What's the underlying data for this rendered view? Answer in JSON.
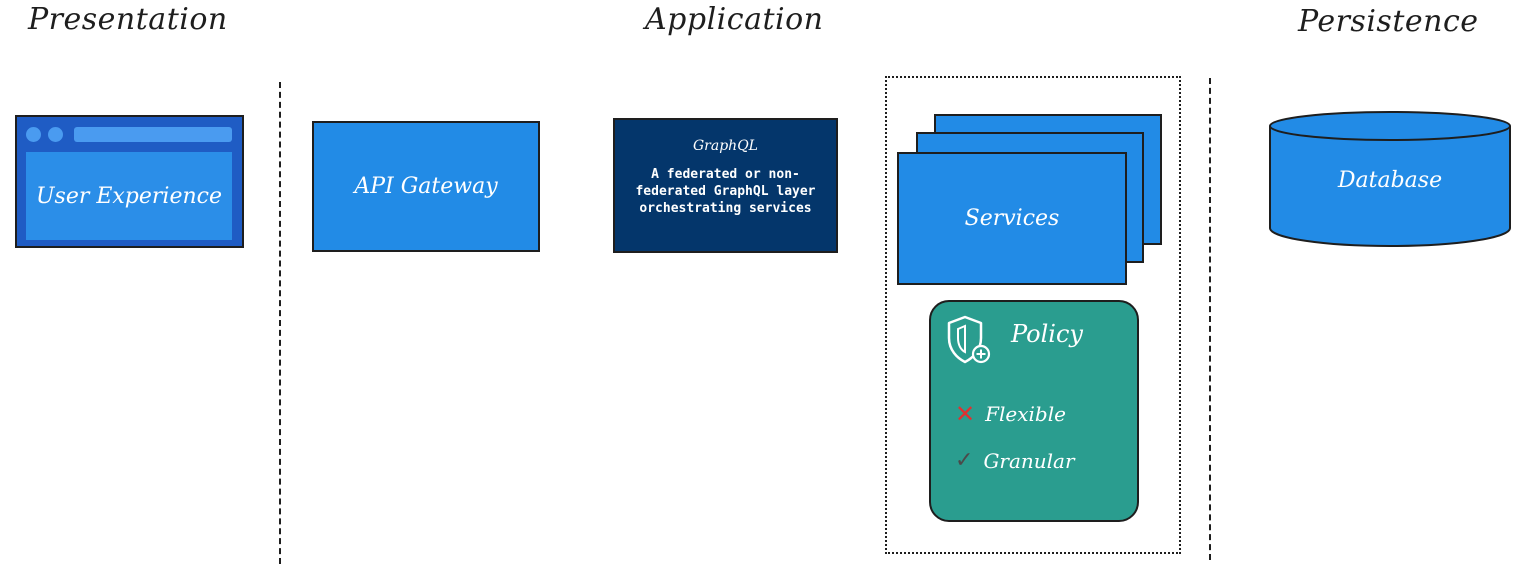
{
  "headings": {
    "presentation": "Presentation",
    "application": "Application",
    "persistence": "Persistence"
  },
  "nodes": {
    "user_experience": "User Experience",
    "api_gateway": "API Gateway",
    "graphql": {
      "title": "GraphQL",
      "description": "A federated or non-federated GraphQL layer orchestrating services"
    },
    "services": "Services",
    "policy": {
      "title": "Policy",
      "icon": "shield-plus-icon",
      "items": [
        {
          "label": "Flexible",
          "status": "x",
          "color": "#e03131"
        },
        {
          "label": "Granular",
          "status": "check",
          "color": "#4a4a4a"
        }
      ]
    },
    "database": "Database"
  },
  "colors": {
    "blue": "#228be6",
    "ux_dark_blue": "#1f5cc4",
    "graphql_navy": "#04366b",
    "policy_teal": "#2a9d8f",
    "stroke": "#1e1e1e"
  }
}
